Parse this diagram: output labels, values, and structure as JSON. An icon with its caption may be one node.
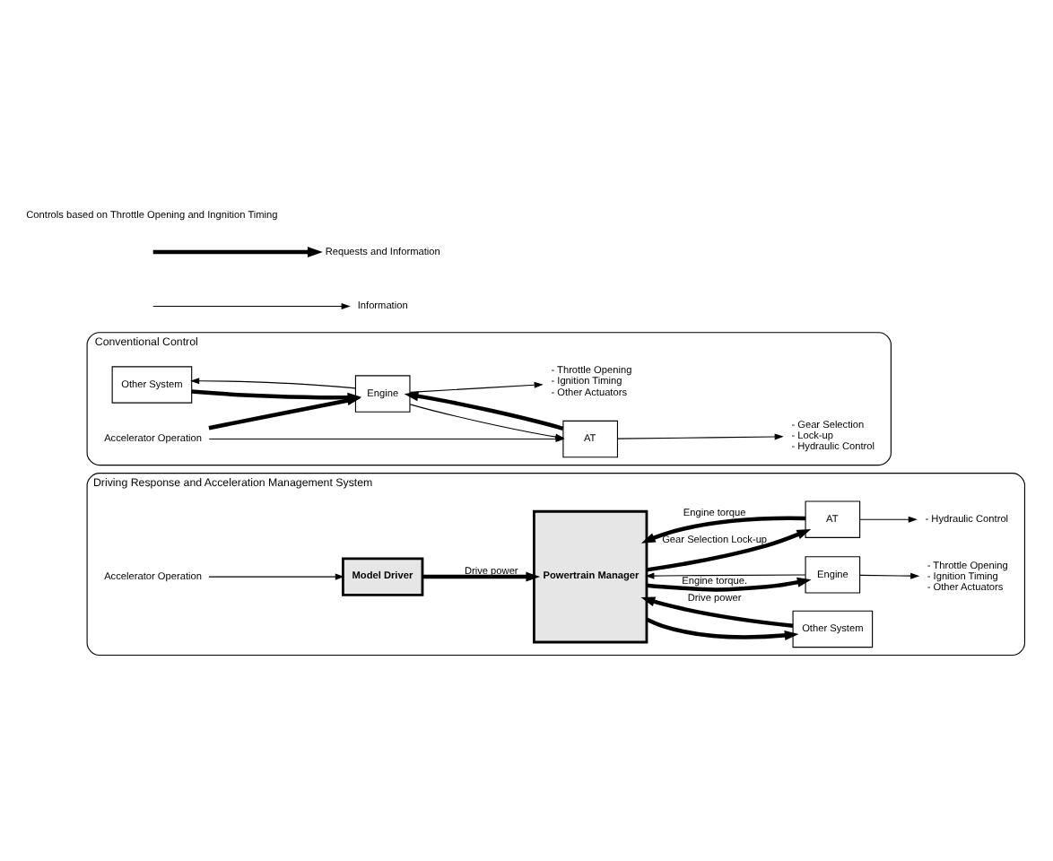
{
  "diagram": {
    "nodes": [
      {
        "text": [
          "Conventional Control"
        ]
      },
      {
        "text": [
          "Other System"
        ],
        "in": 0
      },
      {
        "text": [
          "Engine"
        ],
        "in": 0
      },
      {
        "text": [
          "Accelerator Operation"
        ],
        "in": 0
      },
      {
        "text": [
          "AT"
        ],
        "in": 0
      },
      {
        "text": [
          "- Throttle Opening",
          "- Ignition Timing",
          "- Other Actuators"
        ],
        "in": 0
      },
      {
        "text": [
          "- Gear Selection",
          "- Lock-up",
          "- Hydraulic Control"
        ],
        "in": 0
      },
      {
        "text": [
          "Driving Response and Acceleration Management System"
        ]
      },
      {
        "text": [
          "Accelerator Operation"
        ],
        "in": 7
      },
      {
        "text": [
          "Model Driver"
        ],
        "in": 7
      },
      {
        "text": [
          "Powertrain Manager"
        ],
        "in": 7
      },
      {
        "text": [
          "Other System"
        ],
        "in": 7
      },
      {
        "text": [
          "Engine"
        ],
        "in": 7
      },
      {
        "text": [
          "AT"
        ],
        "in": 7
      },
      {
        "text": [
          "- Throttle Opening",
          "- Ignition Timing",
          "- Other Actuators"
        ],
        "in": 7
      },
      {
        "text": [
          "- Hydraulic Control"
        ],
        "in": 7
      }
    ],
    "edges": [
      {
        "from": 1,
        "to": 2,
        "arrow": "to",
        "style": "thick"
      },
      {
        "from": 2,
        "to": 1,
        "arrow": "to"
      },
      {
        "from": 3,
        "to": 2,
        "arrow": "to",
        "style": "thick"
      },
      {
        "from": 3,
        "to": 4,
        "arrow": "to"
      },
      {
        "from": 2,
        "to": 4,
        "arrow": "to"
      },
      {
        "from": 4,
        "to": 2,
        "arrow": "to",
        "style": "thick"
      },
      {
        "from": 2,
        "to": 5,
        "arrow": "to"
      },
      {
        "from": 4,
        "to": 6,
        "arrow": "to"
      },
      {
        "from": 8,
        "to": 9,
        "arrow": "to"
      },
      {
        "from": 9,
        "to": 10,
        "arrow": "to",
        "style": "thick",
        "label": "Drive power"
      },
      {
        "from": 11,
        "to": 10,
        "arrow": "to",
        "style": "thick",
        "label": "Drive power"
      },
      {
        "from": 10,
        "to": 11,
        "arrow": "to",
        "style": "thick"
      },
      {
        "from": 10,
        "to": 12,
        "arrow": "to",
        "style": "thick",
        "label": "Engine torque."
      },
      {
        "from": 12,
        "to": 10,
        "arrow": "to"
      },
      {
        "from": 10,
        "to": 13,
        "arrow": "to",
        "style": "thick",
        "label": "Gear Selection Lock-up"
      },
      {
        "from": 13,
        "to": 10,
        "arrow": "to",
        "style": "thick",
        "label": "Engine torque"
      },
      {
        "from": 12,
        "to": 14,
        "arrow": "to"
      },
      {
        "from": 13,
        "to": 15,
        "arrow": "to"
      }
    ],
    "labels": [
      "Controls based on Throttle Opening and Ingnition Timing"
    ],
    "legend": [
      {
        "text": "Requests and Information"
      },
      {
        "text": "Information"
      }
    ]
  }
}
